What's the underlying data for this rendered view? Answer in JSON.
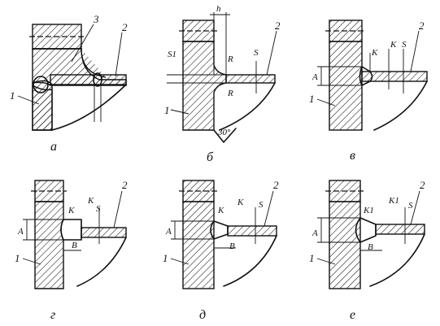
{
  "panels": [
    {
      "id": "a",
      "caption": "а",
      "labels": {
        "part1": "1",
        "part2": "2",
        "part3": "3"
      },
      "dims": {}
    },
    {
      "id": "b",
      "caption": "б",
      "labels": {
        "part1": "1",
        "part2": "2"
      },
      "dims": {
        "h": "h",
        "s1": "S1",
        "s": "S",
        "r_top": "R",
        "r_bottom": "R",
        "angle": "30°"
      }
    },
    {
      "id": "v",
      "caption": "в",
      "labels": {
        "part1": "1",
        "part2": "2"
      },
      "dims": {
        "a": "A",
        "k1": "K",
        "k2": "K",
        "s": "S"
      }
    },
    {
      "id": "g",
      "caption": "г",
      "labels": {
        "part1": "1",
        "part2": "2"
      },
      "dims": {
        "a": "A",
        "k1": "K",
        "k2": "K",
        "s": "S",
        "b": "B"
      }
    },
    {
      "id": "d",
      "caption": "д",
      "labels": {
        "part1": "1",
        "part2": "2"
      },
      "dims": {
        "a": "A",
        "k1": "K",
        "k2": "K",
        "s": "S",
        "b": "B"
      }
    },
    {
      "id": "e",
      "caption": "е",
      "labels": {
        "part1": "1",
        "part2": "2"
      },
      "dims": {
        "a": "A",
        "k1": "K1",
        "k2": "K1",
        "s": "S",
        "b": "B"
      }
    }
  ],
  "colors": {
    "line": "#111111",
    "background": "#ffffff"
  }
}
